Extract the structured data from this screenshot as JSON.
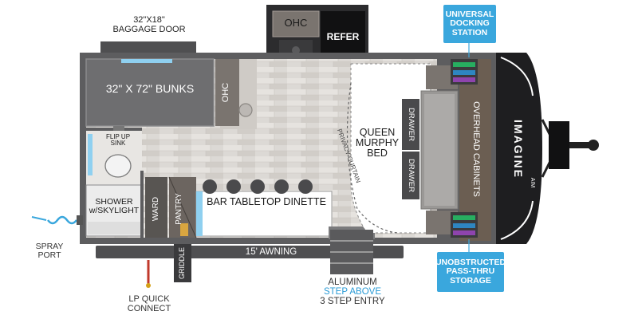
{
  "labels": {
    "baggage_door_size": "32\"X18\"",
    "baggage_door": "BAGGAGE DOOR",
    "ohc_top": "OHC",
    "refer": "REFER",
    "bunks": "32\" X 72\" BUNKS",
    "ohc_side": "OHC",
    "flip_up": "FLIP UP",
    "sink": "SINK",
    "privacy_curtain": "PRIVACY CURTAIN",
    "queen": "QUEEN",
    "murphy": "MURPHY",
    "bed": "BED",
    "drawer_top": "DRAWER",
    "drawer_bottom": "DRAWER",
    "overhead_cabinets": "OVERHEAD CABINETS",
    "shower": "SHOWER",
    "skylight": "w/SKYLIGHT",
    "ward": "WARD",
    "pantry": "PANTRY",
    "dinette": "BAR TABLETOP DINETTE",
    "awning": "15' AWNING",
    "griddle": "GRIDDLE",
    "spray": "SPRAY",
    "port": "PORT",
    "lp": "LP QUICK",
    "connect": "CONNECT",
    "aluminum": "ALUMINUM",
    "step_above": "STEP ABOVE",
    "step_entry": "3 STEP ENTRY",
    "brand": "IMAGINE",
    "aim": "AIM"
  },
  "callouts": {
    "universal_1": "UNIVERSAL",
    "universal_2": "DOCKING",
    "universal_3": "STATION",
    "unobstructed_1": "UNOBSTRUCTED",
    "unobstructed_2": "PASS-THRU",
    "unobstructed_3": "STORAGE"
  },
  "colors": {
    "accent_blue": "#3aa7dd",
    "wall": "#5d5d5f",
    "floor": "#d9d6d2",
    "cabinet": "#6c6560"
  }
}
